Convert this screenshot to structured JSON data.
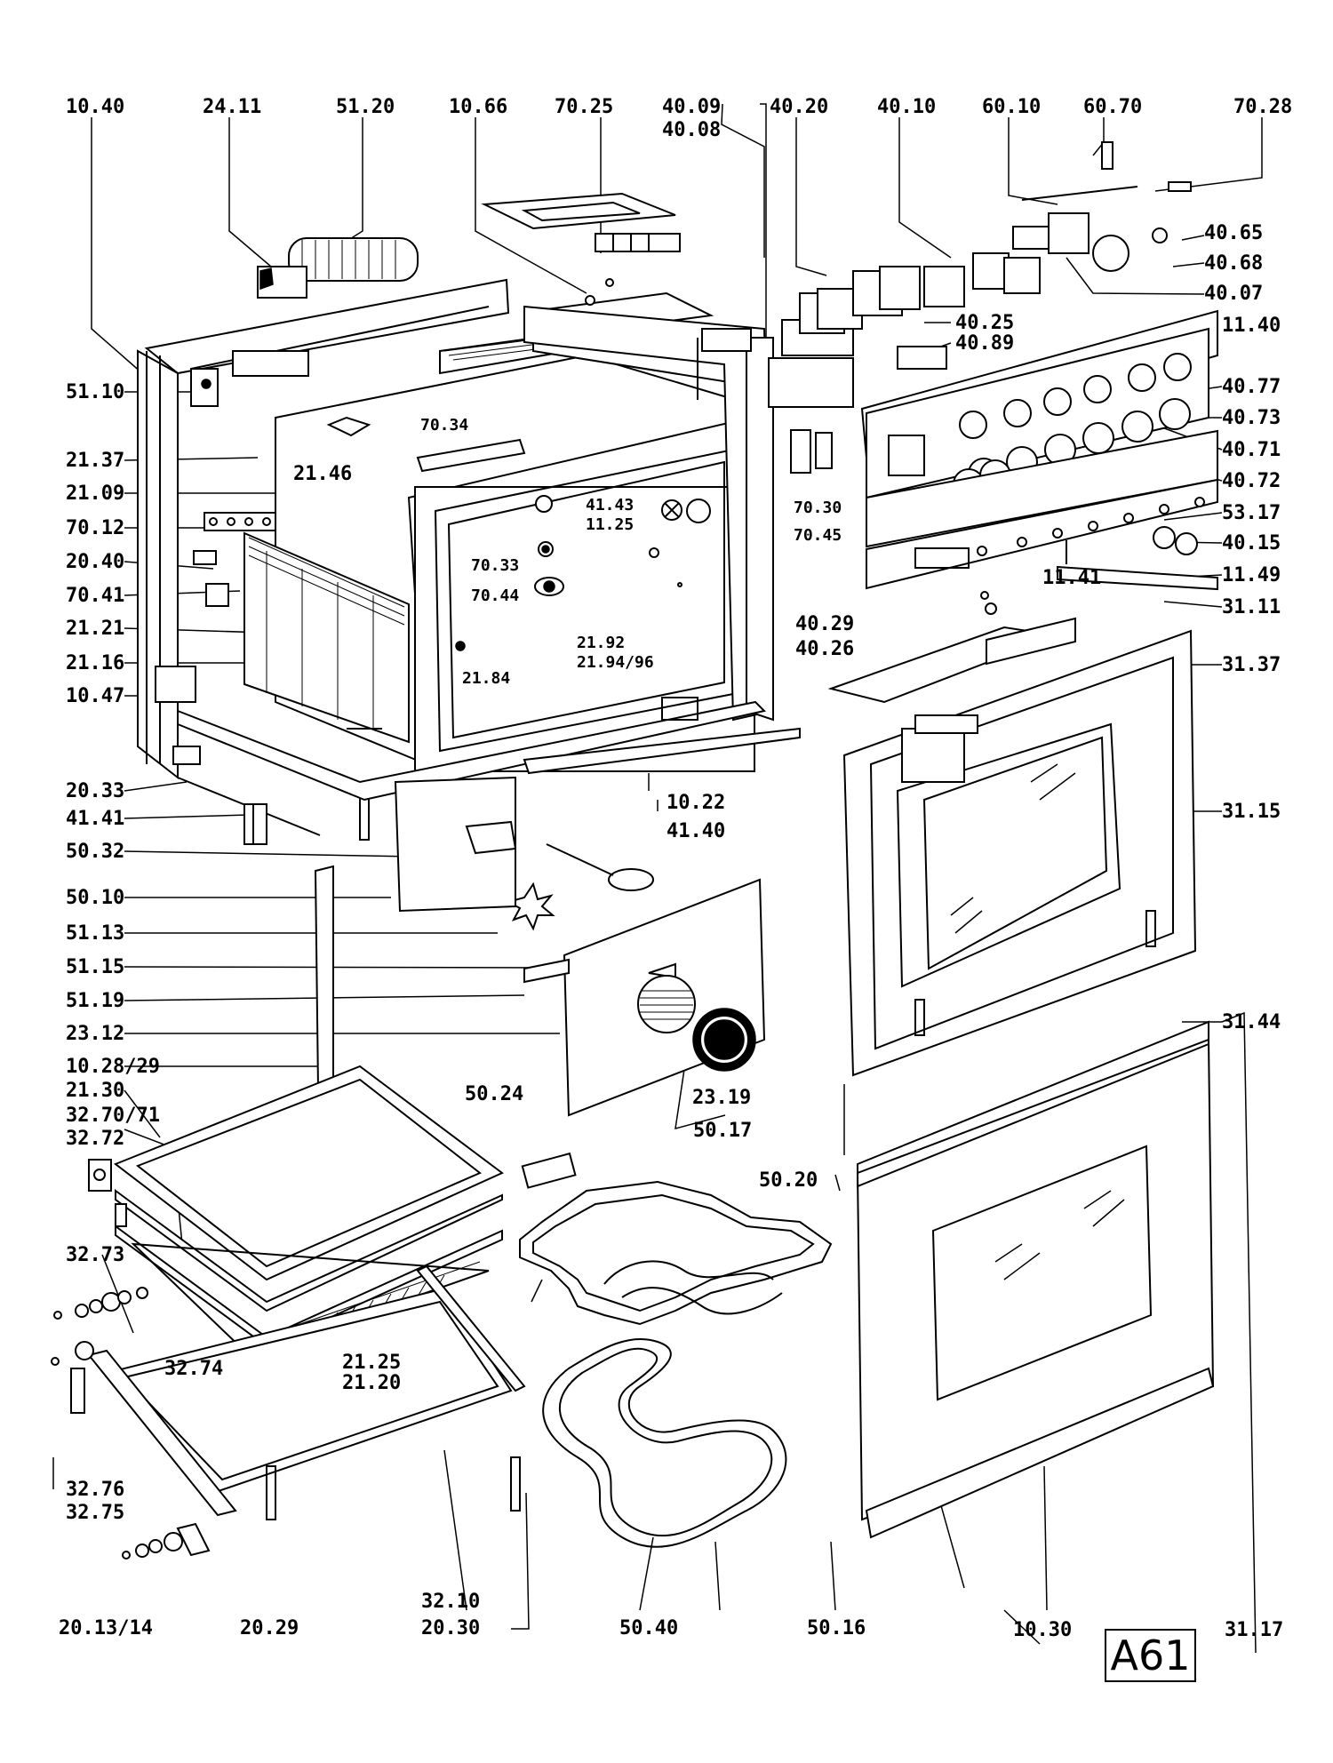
{
  "page_id": "A61",
  "labels": {
    "l1040a": "10.40",
    "l2411": "24.11",
    "l5120": "51.20",
    "l1066": "10.66",
    "l7025": "70.25",
    "l4009": "40.09",
    "l4008": "40.08",
    "l4020": "40.20",
    "l4010": "40.10",
    "l6010": "60.10",
    "l6070": "60.70",
    "l7028": "70.28",
    "l4065": "40.65",
    "l4068": "40.68",
    "l4007": "40.07",
    "l4025": "40.25",
    "l4089": "40.89",
    "l1140": "11.40",
    "l4077": "40.77",
    "l4073": "40.73",
    "l4071": "40.71",
    "l4072": "40.72",
    "l5317": "53.17",
    "l4015": "40.15",
    "l1149": "11.49",
    "l1141": "11.41",
    "l3111": "31.11",
    "l4029": "40.29",
    "l4026": "40.26",
    "l3137": "31.37",
    "l3115": "31.15",
    "l3144": "31.44",
    "l5110": "51.10",
    "l2137": "21.37",
    "l2146": "21.46",
    "l2109": "21.09",
    "l7012": "70.12",
    "l2040": "20.40",
    "l7041": "70.41",
    "l2121": "21.21",
    "l2116": "21.16",
    "l1047": "10.47",
    "l7034": "70.34",
    "l4143": "41.43",
    "l1125": "11.25",
    "l7033": "70.33",
    "l7044": "70.44",
    "l2192": "21.92",
    "l219496": "21.94/96",
    "l2184": "21.84",
    "l7030": "70.30",
    "l7045": "70.45",
    "l2033": "20.33",
    "l4141": "41.41",
    "l5032": "50.32",
    "l5010": "50.10",
    "l5113": "51.13",
    "l5115": "51.15",
    "l5119": "51.19",
    "l2312": "23.12",
    "l102829": "10.28/29",
    "l2130": "21.30",
    "l32707": "32.70/71",
    "l3272": "32.72",
    "l3273": "32.73",
    "l3274": "32.74",
    "l3276": "32.76",
    "l3275": "32.75",
    "l201314": "20.13/14",
    "l2029": "20.29",
    "l3210": "32.10",
    "l2030": "20.30",
    "l2125": "21.25",
    "l2120": "21.20",
    "l1022": "10.22",
    "l4140": "41.40",
    "l2319": "23.19",
    "l5024": "50.24",
    "l5017": "50.17",
    "l5020": "50.20",
    "l5040": "50.40",
    "l5016": "50.16",
    "l1030": "10.30",
    "l3117": "31.17"
  }
}
